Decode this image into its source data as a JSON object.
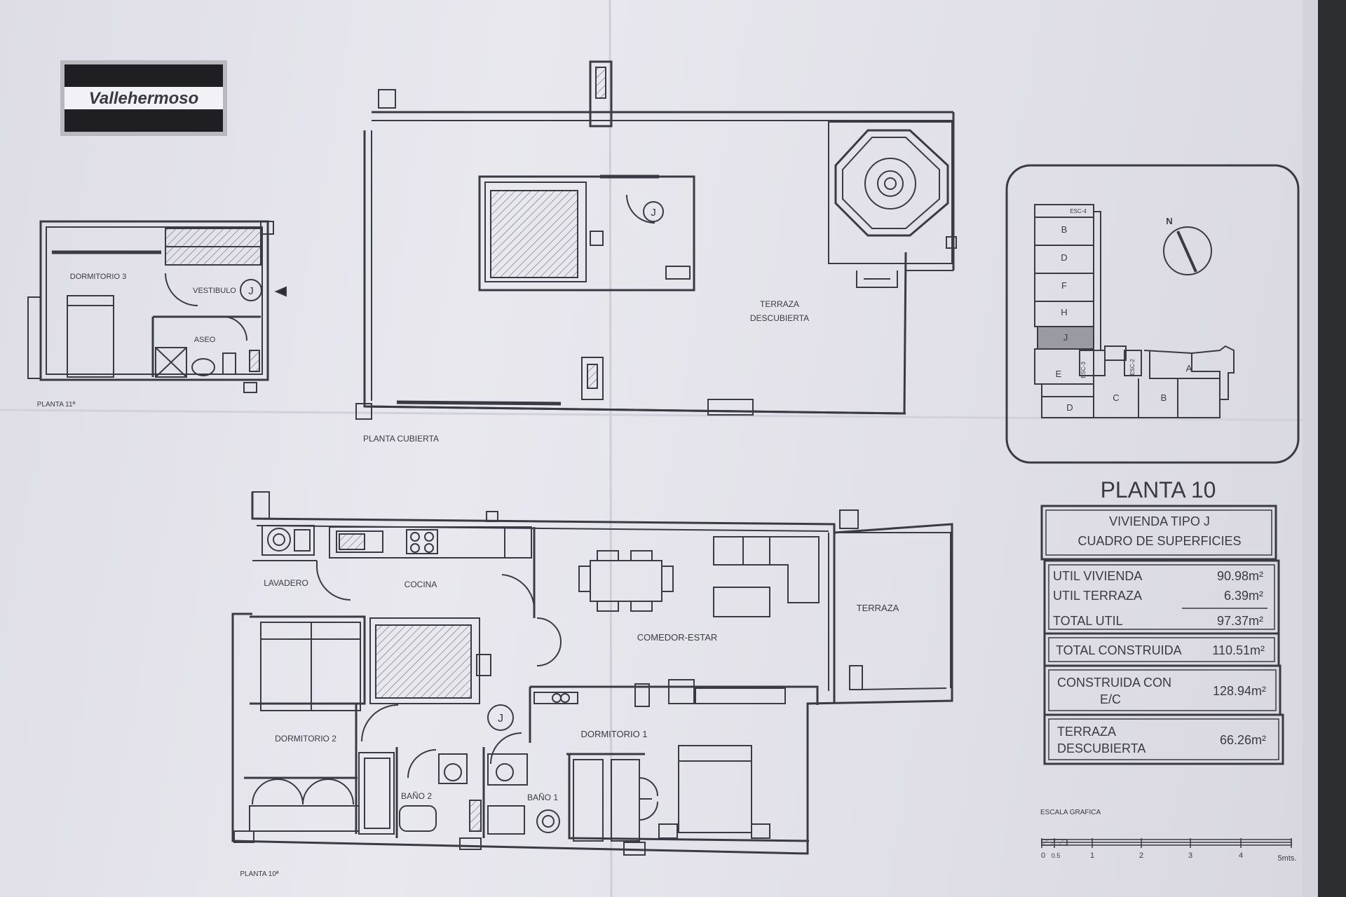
{
  "logo": {
    "text": "Vallehermoso"
  },
  "rooms": {
    "dormitorio_3": "DORMITORIO 3",
    "vestibulo": "VESTIBULO",
    "aseo": "ASEO",
    "planta_top": "PLANTA 11ª",
    "terraza_descubierta_1": "TERRAZA",
    "terraza_descubierta_2": "DESCUBIERTA",
    "planta_cubierta": "PLANTA CUBIERTA",
    "lavadero": "LAVADERO",
    "cocina": "COCINA",
    "comedor_estar": "COMEDOR-ESTAR",
    "terraza": "TERRAZA",
    "dormitorio_2": "DORMITORIO 2",
    "dormitorio_1": "DORMITORIO 1",
    "bano_2": "BAÑO 2",
    "bano_1": "BAÑO 1",
    "planta_bottom": "PLANTA 10ª",
    "stair_mark": "J"
  },
  "site_plan": {
    "north": "N",
    "esc4": "ESC-4",
    "esc3": "ESC-3",
    "esc2": "ESC-2",
    "units": [
      "B",
      "D",
      "F",
      "H",
      "J",
      "E",
      "D",
      "C",
      "B",
      "A"
    ]
  },
  "title": "PLANTA 10",
  "table": {
    "header_1": "VIVIENDA TIPO J",
    "header_2": "CUADRO DE SUPERFICIES",
    "rows": [
      {
        "label": "UTIL VIVIENDA",
        "value": "90.98m²"
      },
      {
        "label": "UTIL TERRAZA",
        "value": "6.39m²"
      },
      {
        "label": "TOTAL UTIL",
        "value": "97.37m²"
      },
      {
        "label": "TOTAL CONSTRUIDA",
        "value": "110.51m²"
      },
      {
        "label_1": "CONSTRUIDA CON",
        "label_2": "E/C",
        "value": "128.94m²"
      },
      {
        "label_1": "TERRAZA",
        "label_2": "DESCUBIERTA",
        "value": "66.26m²"
      }
    ]
  },
  "scale": {
    "title": "ESCALA GRAFICA",
    "ticks": [
      "0",
      "0.5",
      "1",
      "2",
      "3",
      "4",
      "5mts."
    ]
  },
  "colors": {
    "ink": "#3a3a44",
    "paper": "#e6e5ec",
    "site_highlight": "#9a9aa2",
    "frame": "#1e1e22"
  }
}
